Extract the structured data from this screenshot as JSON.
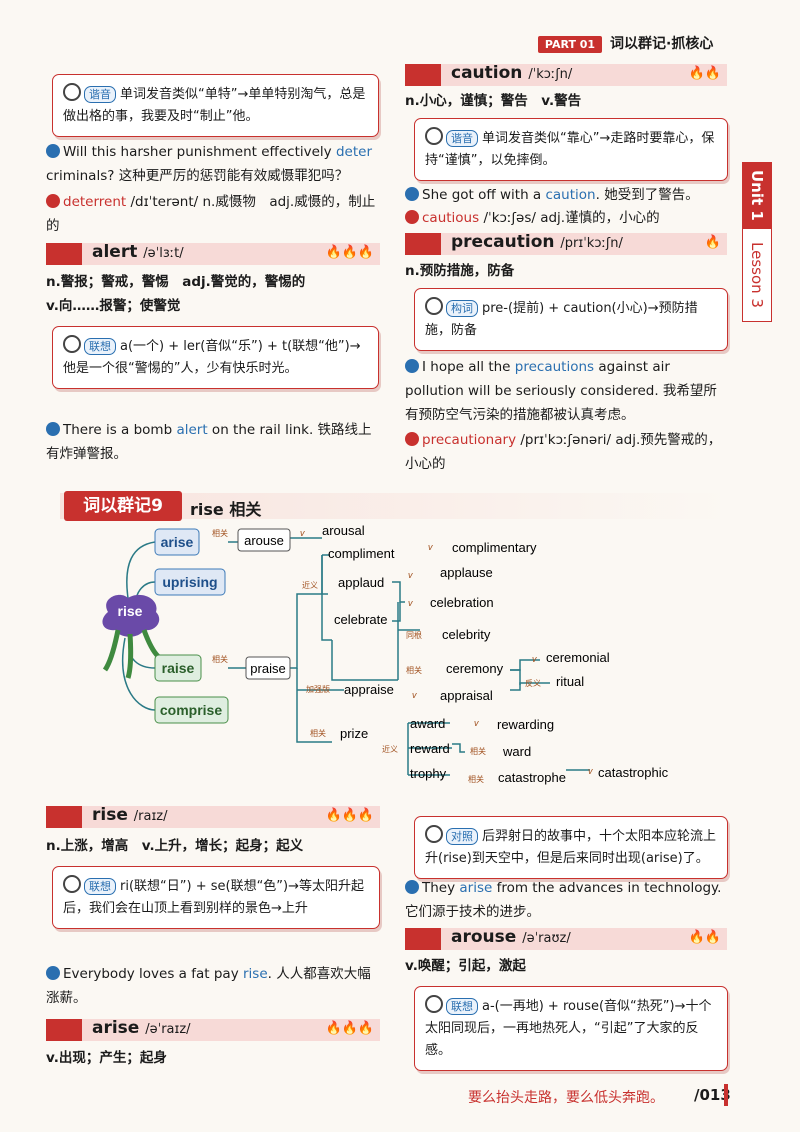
{
  "header": {
    "tag": "PART 01",
    "title": "词以群记·抓核心"
  },
  "side_tab": {
    "unit": "Unit 1",
    "lesson": "Lesson 3"
  },
  "left_top": {
    "note": {
      "tag": "谐音",
      "text": "单词发音类似“单特”→单单特别淘气，总是做出格的事，我要及时“制止”他。"
    },
    "example": {
      "pre": "Will this harsher punishment effectively ",
      "key": "deter",
      "post": " criminals? 这种更严厉的惩罚能有效威慑罪犯吗？"
    },
    "derived": {
      "word": "deterrent",
      "rest": " /dɪˈterənt/ n.威慑物　adj.威慑的，制止的"
    }
  },
  "alert": {
    "word": "alert",
    "phonetic": "/əˈlɜːt/",
    "fire": "🔥🔥🔥",
    "def1": "n.警报；警戒，警惕　adj.警觉的，警惕的",
    "def2": "v.向……报警；使警觉",
    "note": {
      "tag": "联想",
      "text": "a(一个) + ler(音似“乐”) + t(联想“他”)→他是一个很“警惕的”人，少有快乐时光。"
    },
    "example": {
      "pre": "There is a bomb ",
      "key": "alert",
      "post": " on the rail link. 铁路线上有炸弹警报。"
    }
  },
  "caution": {
    "word": "caution",
    "phonetic": "/ˈkɔːʃn/",
    "fire": "🔥🔥",
    "def": "n.小心，谨慎；警告　v.警告",
    "note": {
      "tag": "谐音",
      "text": "单词发音类似“靠心”→走路时要靠心，保持“谨慎”，以免摔倒。"
    },
    "example": {
      "pre": "She got off with a ",
      "key": "caution",
      "post": ". 她受到了警告。"
    },
    "derived": {
      "word": "cautious",
      "rest": " /ˈkɔːʃəs/ adj.谨慎的，小心的"
    }
  },
  "precaution": {
    "word": "precaution",
    "phonetic": "/prɪˈkɔːʃn/",
    "fire": "🔥",
    "def": "n.预防措施，防备",
    "note": {
      "tag": "构词",
      "text": "pre-(提前) + caution(小心)→预防措施，防备"
    },
    "example": {
      "pre": "I hope all the ",
      "key": "precautions",
      "post": " against air pollution will be seriously considered. 我希望所有预防空气污染的措施都被认真考虑。"
    },
    "derived": {
      "word": "precautionary",
      "rest": " /prɪˈkɔːʃənəri/ adj.预先警戒的，小心的"
    }
  },
  "section": {
    "tag": "词以群记9",
    "title": "rise 相关"
  },
  "mindmap": {
    "center": "rise",
    "left_boxes": [
      "arise",
      "uprising",
      "raise",
      "comprise"
    ],
    "labels": {
      "xiangguan": "相关",
      "jinyi": "近义",
      "tonggen": "同根",
      "jiaqiang": "加强版",
      "fanyi": "反义",
      "v": "v"
    },
    "words": {
      "arouse": "arouse",
      "arousal": "arousal",
      "praise": "praise",
      "compliment": "compliment",
      "complimentary": "complimentary",
      "applaud": "applaud",
      "applause": "applause",
      "celebrate": "celebrate",
      "celebration": "celebration",
      "celebrity": "celebrity",
      "ceremony": "ceremony",
      "ceremonial": "ceremonial",
      "ritual": "ritual",
      "appraise": "appraise",
      "appraisal": "appraisal",
      "prize": "prize",
      "award": "award",
      "rewarding": "rewarding",
      "reward": "reward",
      "ward": "ward",
      "trophy": "trophy",
      "catastrophe": "catastrophe",
      "catastrophic": "catastrophic"
    }
  },
  "rise": {
    "word": "rise",
    "phonetic": "/raɪz/",
    "fire": "🔥🔥🔥",
    "def": "n.上涨，增高　v.上升，增长；起身；起义",
    "note": {
      "tag": "联想",
      "text": "ri(联想“日”) + se(联想“色”)→等太阳升起后，我们会在山顶上看到别样的景色→上升"
    },
    "example": {
      "pre": "Everybody loves a fat pay ",
      "key": "rise",
      "post": ". 人人都喜欢大幅涨薪。"
    }
  },
  "arise": {
    "word": "arise",
    "phonetic": "/əˈraɪz/",
    "fire": "🔥🔥🔥",
    "def": "v.出现；产生；起身"
  },
  "right_bottom": {
    "note1": {
      "tag": "对照",
      "text": "后羿射日的故事中，十个太阳本应轮流上升(rise)到天空中，但是后来同时出现(arise)了。"
    },
    "example": {
      "pre": "They ",
      "key": "arise",
      "post": " from the advances in technology. 它们源于技术的进步。"
    }
  },
  "arouse": {
    "word": "arouse",
    "phonetic": "/əˈraʊz/",
    "fire": "🔥🔥",
    "def": "v.唤醒；引起，激起",
    "note": {
      "tag": "联想",
      "text": "a-(一再地) + rouse(音似“热死”)→十个太阳同现后，一再地热死人，“引起”了大家的反感。"
    }
  },
  "footer": {
    "motto": "要么抬头走路，要么低头奔跑。",
    "page": "/013"
  }
}
